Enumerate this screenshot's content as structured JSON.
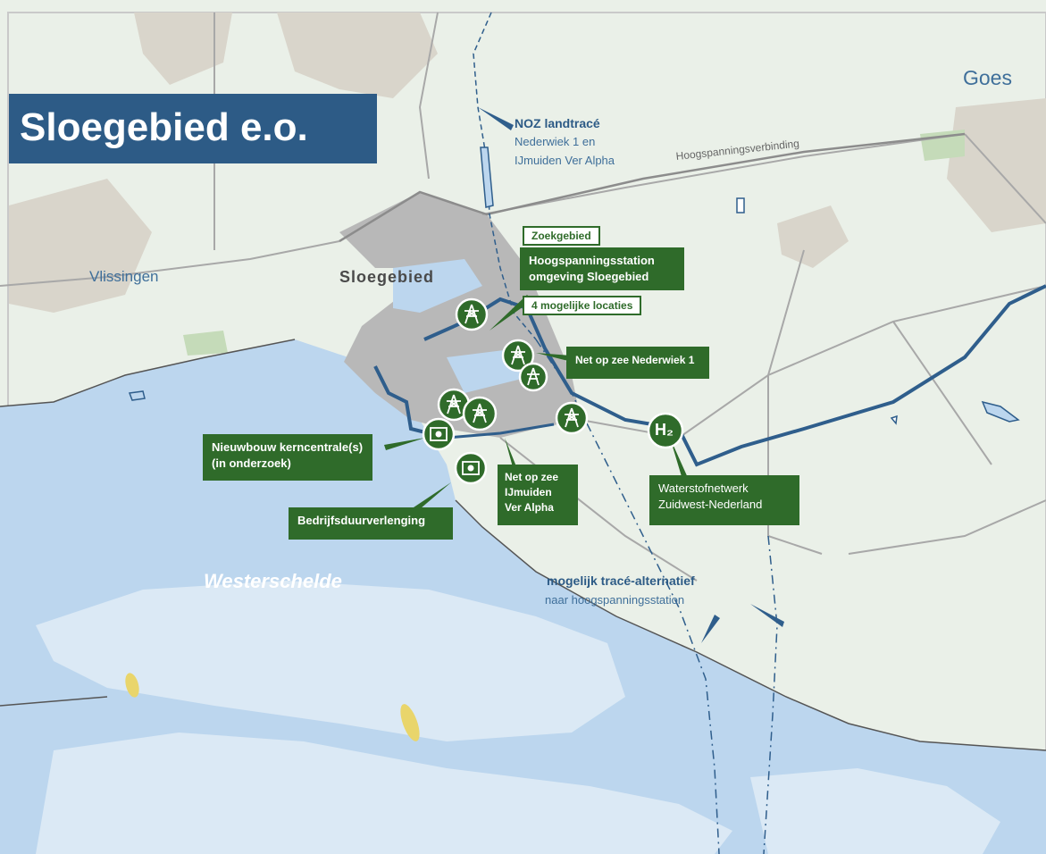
{
  "title": "Sloegebied e.o.",
  "colors": {
    "land": "#eaf0e8",
    "water": "#bcd6ee",
    "shallow_water": "#dbe9f5",
    "industrial": "#b8b8b8",
    "urban": "#d9d5cb",
    "green_patch": "#c5dbb9",
    "label_box_green": "#2f6b2a",
    "title_box_blue": "#2d5b86",
    "network_line_blue": "#2f5e8c",
    "sandbank_yellow": "#e9d56b"
  },
  "places": {
    "goes": "Goes",
    "vlissingen": "Vlissingen",
    "sloegebied": "Sloegebied",
    "westerschelde": "Westerschelde"
  },
  "labels": {
    "noz_title": "NOZ landtracé",
    "noz_line1": "Nederwiek 1 en",
    "noz_line2": "IJmuiden Ver Alpha",
    "hoogspanningsverbinding": "Hoogspanningsverbinding",
    "mogelijk_title": "mogelijk tracé-alternatief",
    "mogelijk_sub": "naar hoogspanningsstation"
  },
  "boxes": {
    "zoekgebied": "Zoekgebied",
    "hoogspanningsstation_1": "Hoogspanningsstation",
    "hoogspanningsstation_2": "omgeving Sloegebied",
    "locaties": "4 mogelijke locaties",
    "nederwiek": "Net op zee Nederwiek 1",
    "kerncentrale_1": "Nieuwbouw kerncentrale(s)",
    "kerncentrale_2": "(in onderzoek)",
    "ijmuiden_1": "Net op zee",
    "ijmuiden_2": "IJmuiden",
    "ijmuiden_3": "Ver Alpha",
    "bedrijfsduur": "Bedrijfsduurverlenging",
    "waterstof_1": "Waterstofnetwerk",
    "waterstof_2": "Zuidwest-Nederland"
  },
  "icons": {
    "pylon": "transmission-tower-icon",
    "nuclear": "nuclear-plant-icon",
    "hydrogen_symbol": "H₂"
  }
}
